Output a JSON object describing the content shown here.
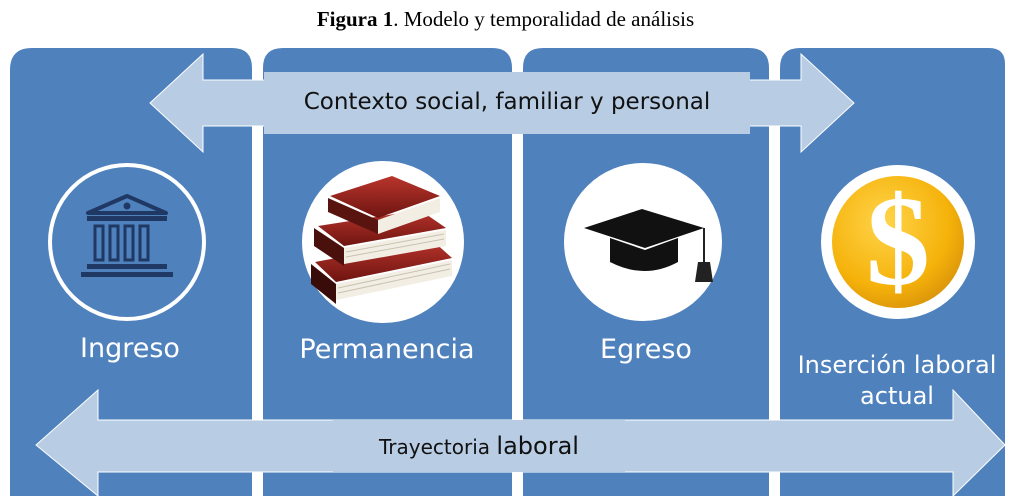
{
  "caption": {
    "bold": "Figura 1",
    "rest": ". Modelo y temporalidad de análisis"
  },
  "top_arrow": {
    "text": "Contexto social, familiar y personal"
  },
  "bottom_arrow": {
    "text_a": "Trayectoria ",
    "text_b": "laboral"
  },
  "stages": [
    {
      "label": "Ingreso",
      "icon": "bank-icon"
    },
    {
      "label": "Permanencia",
      "icon": "books-icon"
    },
    {
      "label": "Egreso",
      "icon": "graduation-cap-icon"
    },
    {
      "label": "Inserción laboral actual",
      "icon": "dollar-sign-icon"
    }
  ],
  "colors": {
    "panel": "#4F81BD",
    "arrow_fill": "#B8CCE4",
    "box_fill": "#B8CCE4",
    "text_white": "#FFFFFF",
    "coin": "#F5B20A"
  }
}
